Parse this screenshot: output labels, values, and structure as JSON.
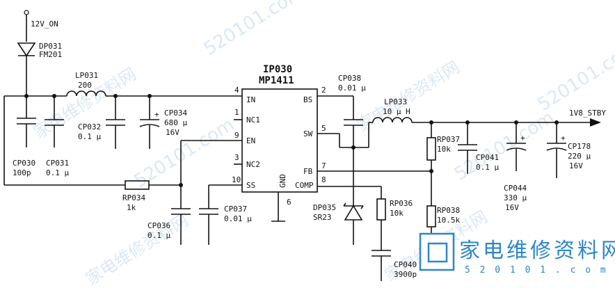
{
  "labels": {
    "rail_12v": "12V_ON",
    "dp031_ref": "DP031",
    "dp031_val": "FM201",
    "lp031_ref": "LP031",
    "lp031_val": "200",
    "ip030_ref": "IP030",
    "ip030_val": "MP1411",
    "cp034_ref": "CP034",
    "cp034_val": "680 µ",
    "cp034_v": "16V",
    "cp032_ref": "CP032",
    "cp032_val": "0.1 µ",
    "cp030_ref": "CP030",
    "cp030_val": "100p",
    "cp031_ref": "CP031",
    "cp031_val": "0.1 µ",
    "rp034_ref": "RP034",
    "rp034_val": "1k",
    "cp036_ref": "CP036",
    "cp036_val": "0.1 µ",
    "cp037_ref": "CP037",
    "cp037_val": "0.01 µ",
    "cp038_ref": "CP038",
    "cp038_val": "0.01 µ",
    "lp033_ref": "LP033",
    "lp033_val": "10 µ H",
    "rail_1v8": "1V8_STBY",
    "rp037_ref": "RP037",
    "rp037_val": "10k",
    "cp041_ref": "CP041",
    "cp041_val": "0.1 µ",
    "cp044_ref": "CP044",
    "cp044_val": "330 µ",
    "cp044_v": "16V",
    "cp178_ref": "CP178",
    "cp178_val": "220 µ",
    "cp178_v": "16V",
    "rp038_ref": "RP038",
    "rp038_val": "10.5k",
    "rp036_ref": "RP036",
    "rp036_val": "10k",
    "dp035_ref": "DP035",
    "dp035_val": "SR23",
    "cp040_ref": "CP040",
    "cp040_val": "3900p"
  },
  "ic_pins": {
    "in": "IN",
    "in_num": "4",
    "nc1": "NC1",
    "nc1_num": "1",
    "en": "EN",
    "en_num": "9",
    "nc2": "NC2",
    "nc2_num": "3",
    "ss": "SS",
    "ss_num": "10",
    "gnd": "GND",
    "gnd_num": "6",
    "comp": "COMP",
    "comp_num": "8",
    "fb": "FB",
    "fb_num": "7",
    "sw": "SW",
    "sw_num": "5",
    "bs": "BS",
    "bs_num": "2"
  },
  "watermark": {
    "cn": "家电维修资料网",
    "url": "520101.com",
    "logo_text": "家电维修资料网",
    "logo_url": "5 2 0 1 0 1 . c o m"
  },
  "colors": {
    "ink": "#111111",
    "logo": "#2c86c9",
    "watermark": "#7fb0d8"
  }
}
